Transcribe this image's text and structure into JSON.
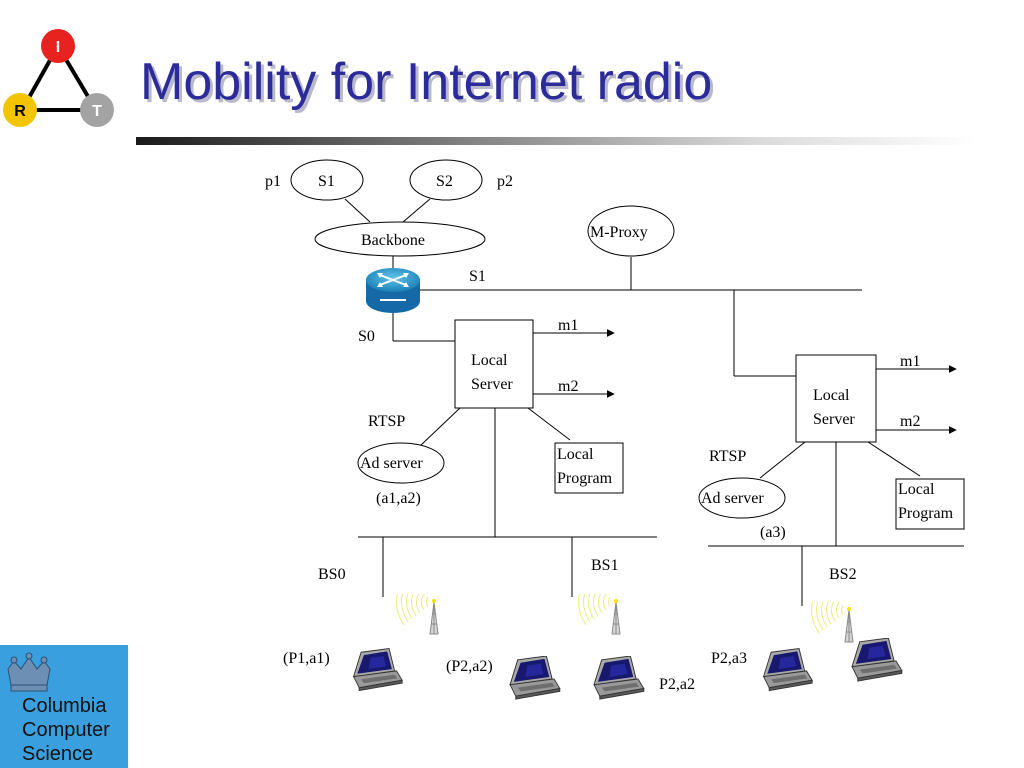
{
  "slide": {
    "title": "Mobility for Internet radio"
  },
  "irt_logo": {
    "letters": [
      "I",
      "R",
      "T"
    ],
    "colors": {
      "i": "#e8231f",
      "r": "#f2c500",
      "t": "#a3a3a3"
    }
  },
  "institution_logo": {
    "lines": [
      "Columbia",
      "Computer",
      "Science"
    ],
    "color": "#3a9fde"
  },
  "diagram": {
    "servers": [
      "S1",
      "S2"
    ],
    "ports": [
      "p1",
      "p2"
    ],
    "backbone": "Backbone",
    "mproxy": "M-Proxy",
    "segments": [
      "S1",
      "S0"
    ],
    "local_server": [
      "Local",
      "Server"
    ],
    "local_program": [
      "Local",
      "Program"
    ],
    "multicast": [
      "m1",
      "m2"
    ],
    "rtsp": "RTSP",
    "ad_server": "Ad server",
    "ad_sets": [
      "(a1,a2)",
      "(a3)"
    ],
    "base_stations": [
      "BS0",
      "BS1",
      "BS2"
    ],
    "clients": [
      "(P1,a1)",
      "(P2,a2)",
      "P2,a2",
      "P2,a3"
    ]
  }
}
